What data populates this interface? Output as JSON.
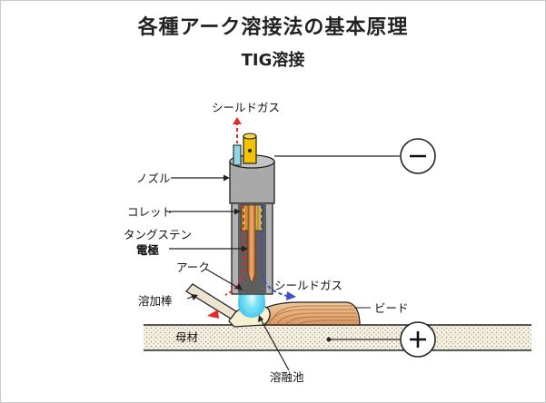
{
  "title": "各種アーク溶接法の基本原理",
  "subtitle": "TIG溶接",
  "labels": {
    "shield_gas_top": "シールドガス",
    "nozzle": "ノズル",
    "collet": "コレット",
    "tungsten": "タングステン",
    "electrode": "電極",
    "arc": "アーク",
    "shield_gas_right": "シールドガス",
    "filler_rod": "溶加棒",
    "bead": "ビード",
    "base_metal": "母材",
    "weld_pool": "溶融池"
  },
  "polarity": {
    "minus": "−",
    "plus": "+"
  },
  "colors": {
    "gas_arrow_red": "#e8292a",
    "gas_arrow_blue": "#3a4fc9",
    "arc_glow": "#5ad8f0",
    "electrode": "#d98a30",
    "nozzle_gray": "#a9a9a9",
    "connector_yellow": "#f2c300",
    "bead": "#e9b98a"
  }
}
